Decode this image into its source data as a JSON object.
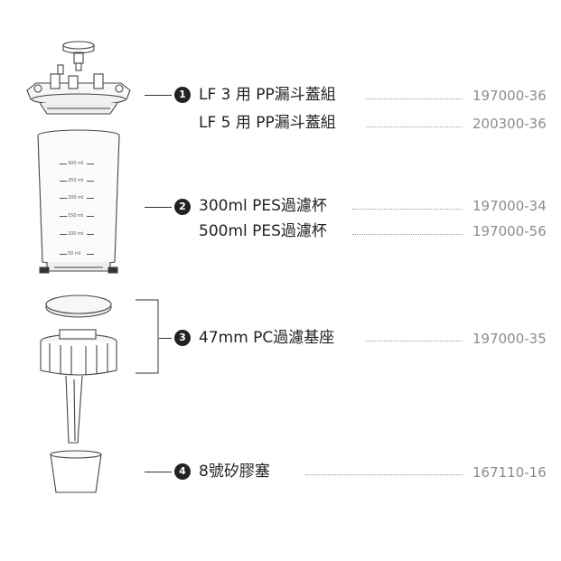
{
  "parts": [
    {
      "number": "1",
      "items": [
        {
          "label": "LF 3 用 PP漏斗蓋組",
          "code": "197000-36"
        },
        {
          "label": "LF 5 用 PP漏斗蓋組",
          "code": "200300-36"
        }
      ]
    },
    {
      "number": "2",
      "items": [
        {
          "label": "300ml PES過濾杯",
          "code": "197000-34"
        },
        {
          "label": "500ml PES過濾杯",
          "code": "197000-56"
        }
      ]
    },
    {
      "number": "3",
      "items": [
        {
          "label": "47mm PC過濾基座",
          "code": "197000-35"
        }
      ]
    },
    {
      "number": "4",
      "items": [
        {
          "label": "8號矽膠塞",
          "code": "167110-16"
        }
      ]
    }
  ],
  "cup_scale": [
    "300 ml",
    "250 ml",
    "200 ml",
    "150 ml",
    "100 ml",
    "50 ml"
  ],
  "colors": {
    "text": "#222222",
    "code": "#8c8c8c",
    "line": "#333333"
  }
}
